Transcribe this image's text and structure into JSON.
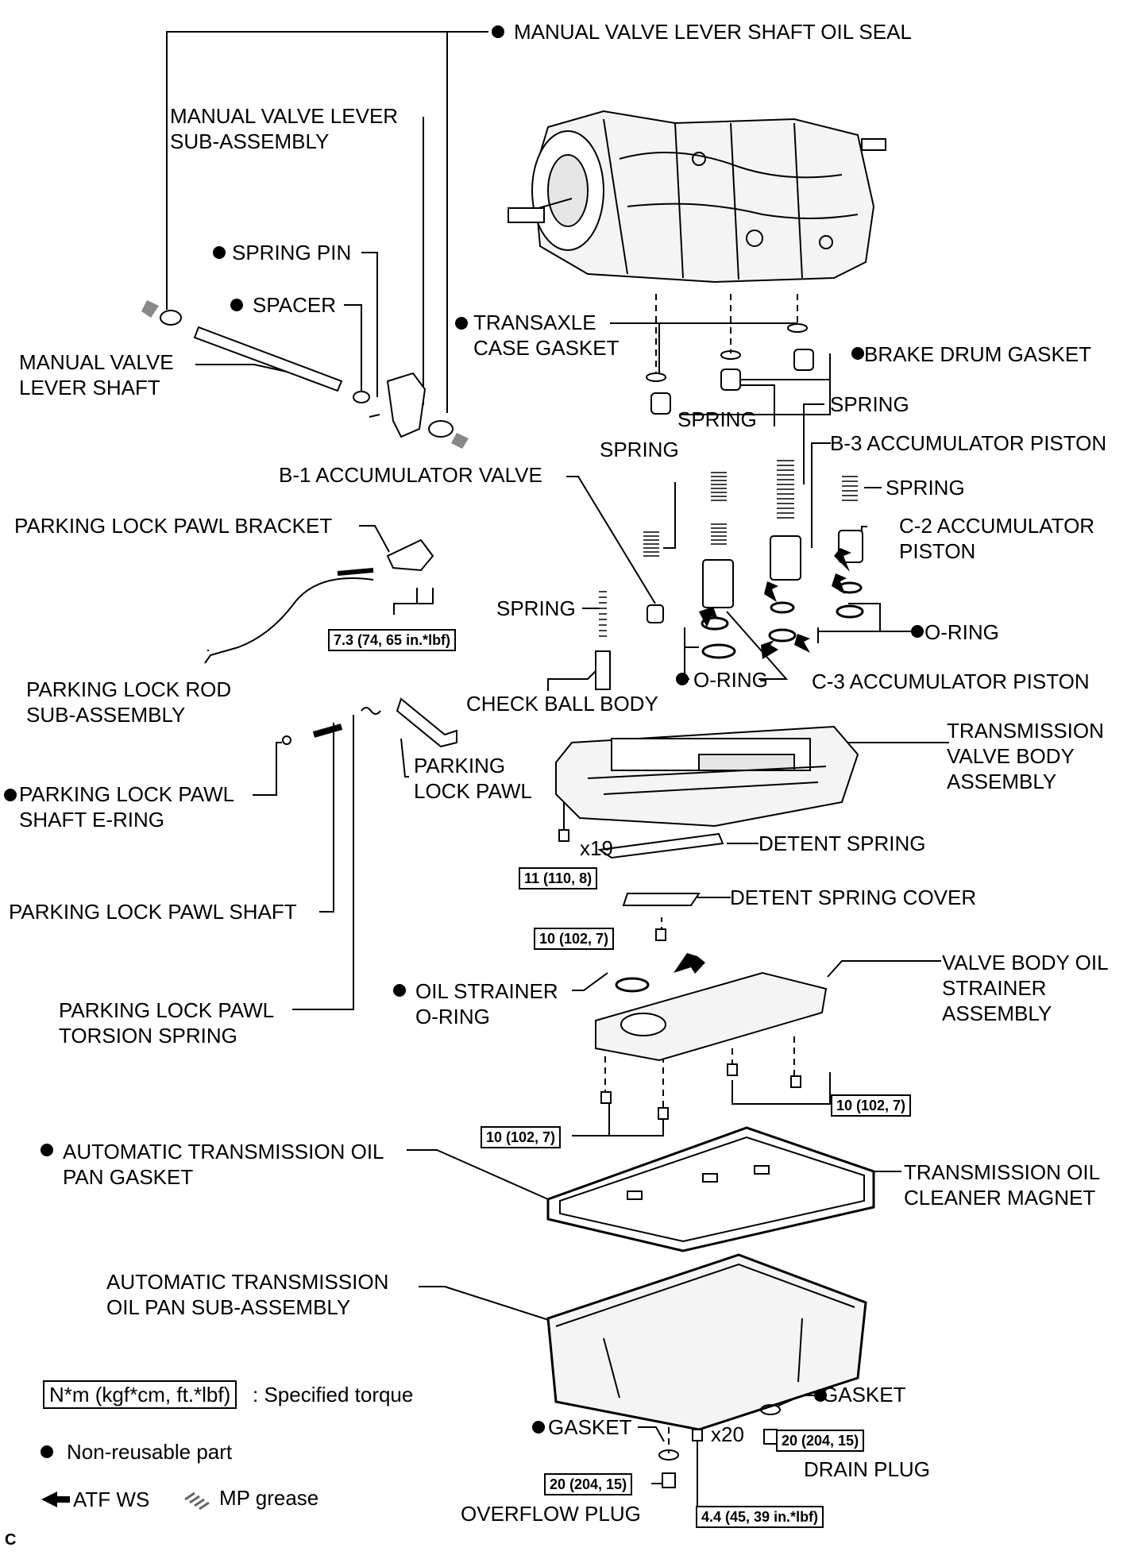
{
  "colors": {
    "ink": "#000000",
    "background": "#ffffff"
  },
  "labels": {
    "manual_valve_lever_shaft_oil_seal": "MANUAL VALVE LEVER SHAFT OIL SEAL",
    "manual_valve_lever_sub_assembly": [
      "MANUAL VALVE LEVER",
      "SUB-ASSEMBLY"
    ],
    "spring_pin": "SPRING PIN",
    "spacer": "SPACER",
    "manual_valve_lever_shaft": [
      "MANUAL VALVE",
      "LEVER SHAFT"
    ],
    "transaxle_case_gasket": [
      "TRANSAXLE",
      "CASE GASKET"
    ],
    "brake_drum_gasket": "BRAKE DRUM GASKET",
    "spring_1": "SPRING",
    "spring_2": "SPRING",
    "spring_3": "SPRING",
    "b3_accumulator_piston": "B-3 ACCUMULATOR PISTON",
    "b1_accumulator_valve": "B-1 ACCUMULATOR VALVE",
    "spring_4": "SPRING",
    "c2_accumulator_piston": [
      "C-2 ACCUMULATOR",
      "PISTON"
    ],
    "parking_lock_pawl_bracket": "PARKING LOCK PAWL BRACKET",
    "spring_5": "SPRING",
    "o_ring_right": "O-RING",
    "o_ring_left": "O-RING",
    "c3_accumulator_piston": "C-3 ACCUMULATOR PISTON",
    "parking_lock_rod": [
      "PARKING LOCK ROD",
      "SUB-ASSEMBLY"
    ],
    "check_ball_body": "CHECK BALL BODY",
    "transmission_valve_body": [
      "TRANSMISSION",
      "VALVE BODY",
      "ASSEMBLY"
    ],
    "parking_lock_pawl": [
      "PARKING",
      "LOCK PAWL"
    ],
    "parking_lock_pawl_shaft_e_ring": [
      "PARKING LOCK PAWL",
      "SHAFT E-RING"
    ],
    "x19": "x19",
    "detent_spring": "DETENT SPRING",
    "parking_lock_pawl_shaft": "PARKING LOCK PAWL SHAFT",
    "detent_spring_cover": "DETENT SPRING COVER",
    "oil_strainer_o_ring": [
      "OIL STRAINER",
      "O-RING"
    ],
    "valve_body_oil_strainer": [
      "VALVE BODY OIL",
      "STRAINER",
      "ASSEMBLY"
    ],
    "parking_lock_pawl_torsion_spring": [
      "PARKING LOCK PAWL",
      "TORSION SPRING"
    ],
    "at_oil_pan_gasket": [
      "AUTOMATIC TRANSMISSION OIL",
      "PAN GASKET"
    ],
    "transmission_oil_cleaner_magnet": [
      "TRANSMISSION OIL",
      "CLEANER MAGNET"
    ],
    "at_oil_pan_sub_assembly": [
      "AUTOMATIC TRANSMISSION",
      "OIL PAN SUB-ASSEMBLY"
    ],
    "gasket_right": "GASKET",
    "gasket_left": "GASKET",
    "x20": "x20",
    "drain_plug": "DRAIN PLUG",
    "overflow_plug": "OVERFLOW PLUG",
    "corner_mark": "C"
  },
  "torques": {
    "bracket_bolts": "7.3 (74, 65 in.*lbf)",
    "valve_body_bolts": "11 (110, 8)",
    "detent_cover_bolt": "10 (102, 7)",
    "strainer_right": "10 (102, 7)",
    "strainer_left": "10 (102, 7)",
    "drain_plug": "20 (204, 15)",
    "overflow_plug": "20 (204, 15)",
    "pan_bolts": "4.4 (45, 39 in.*lbf)"
  },
  "legend": {
    "torque_key": "N*m (kgf*cm, ft.*lbf)",
    "torque_desc": ": Specified torque",
    "non_reusable": "Non-reusable part",
    "atf_ws": "ATF WS",
    "mp_grease": "MP grease"
  }
}
